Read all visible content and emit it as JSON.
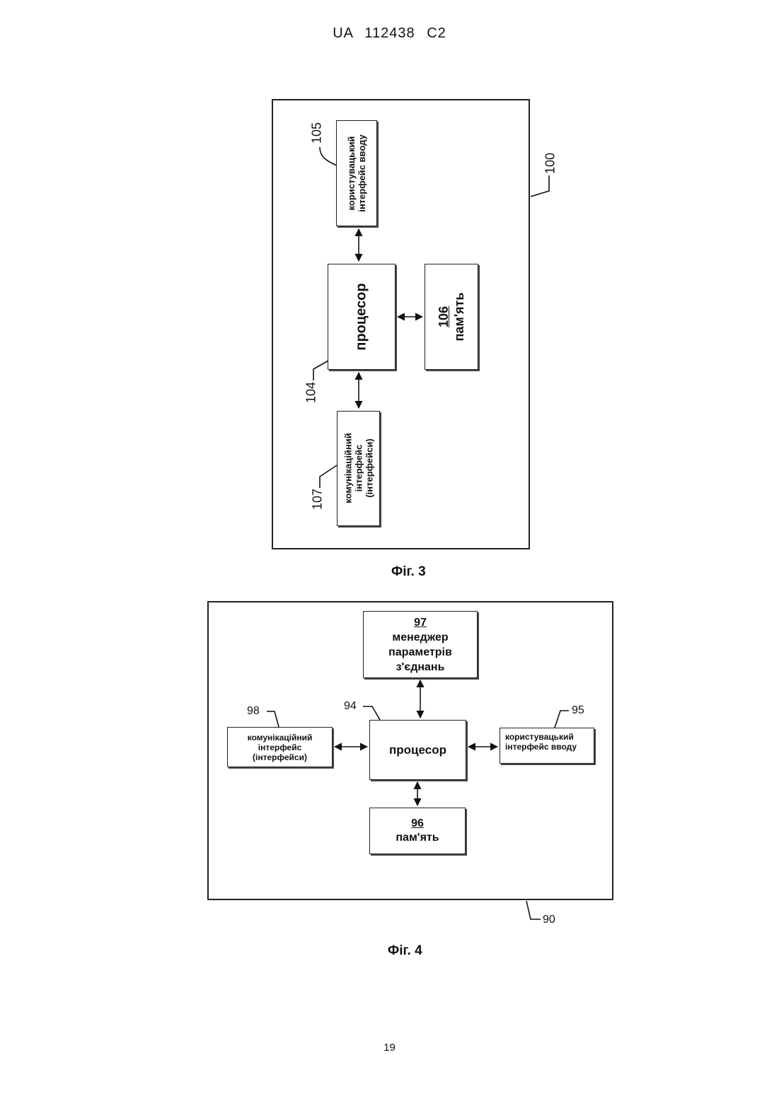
{
  "header": "UA 112438 C2",
  "page_number": "19",
  "fig3": {
    "caption": "Фіг. 3",
    "device_ref": "100",
    "processor": {
      "ref": "104",
      "label": "процесор"
    },
    "user_input": {
      "ref": "105",
      "line1": "користувацький",
      "line2": "інтерфейс вводу"
    },
    "memory": {
      "ref": "106",
      "label": "пам'ять"
    },
    "comm": {
      "ref": "107",
      "line1": "комунікаційний",
      "line2": "інтерфейс",
      "line3": "(інтерфейси)"
    }
  },
  "fig4": {
    "caption": "Фіг. 4",
    "device_ref": "90",
    "processor": {
      "ref": "94",
      "label": "процесор"
    },
    "user_input": {
      "ref": "95",
      "line1": "користувацький",
      "line2": "інтерфейс вводу"
    },
    "memory": {
      "ref": "96",
      "label": "пам'ять"
    },
    "manager": {
      "ref": "97",
      "line1": "менеджер",
      "line2": "параметрів",
      "line3": "з'єднань"
    },
    "comm": {
      "ref": "98",
      "line1": "комунікаційний",
      "line2": "інтерфейс",
      "line3": "(інтерфейси)"
    }
  }
}
